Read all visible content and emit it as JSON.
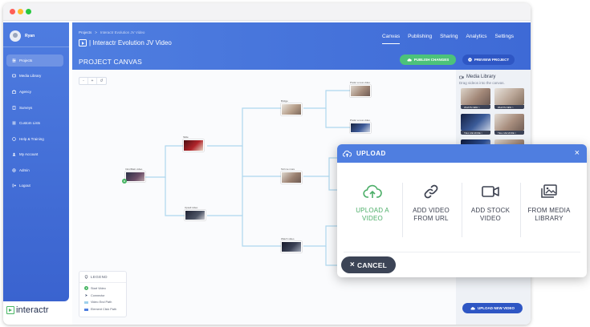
{
  "window": {
    "controls": {
      "close_color": "#ff5f57",
      "minimize_color": "#febc2e",
      "maximize_color": "#28c840"
    }
  },
  "sidebar": {
    "user_name": "Ryan",
    "items": [
      {
        "label": "Projects",
        "icon": "sliders-icon",
        "active": true
      },
      {
        "label": "Media Library",
        "icon": "media-icon",
        "active": false
      },
      {
        "label": "Agency",
        "icon": "agency-icon",
        "active": false
      },
      {
        "label": "Surveys",
        "icon": "survey-icon",
        "active": false
      },
      {
        "label": "Custom Lists",
        "icon": "list-icon",
        "active": false
      },
      {
        "label": "Help & Training",
        "icon": "help-icon",
        "active": false
      },
      {
        "label": "My Account",
        "icon": "account-icon",
        "active": false
      },
      {
        "label": "Admin",
        "icon": "admin-icon",
        "active": false
      },
      {
        "label": "Logout",
        "icon": "logout-icon",
        "active": false
      }
    ],
    "logo_text": "interactr"
  },
  "header": {
    "breadcrumb": {
      "root": "Projects",
      "separator": ">",
      "current": "Interactr Evolution JV Video"
    },
    "video_title": "| Interactr Evolution JV Video",
    "tabs": [
      {
        "label": "Canvas",
        "active": true
      },
      {
        "label": "Publishing",
        "active": false
      },
      {
        "label": "Sharing",
        "active": false
      },
      {
        "label": "Analytics",
        "active": false
      },
      {
        "label": "Settings",
        "active": false
      }
    ],
    "section_title": "PROJECT CANVAS",
    "publish_label": "PUBLISH CHANGES",
    "preview_label": "PREVIEW PROJECT"
  },
  "canvas": {
    "zoom_controls": [
      "-",
      "+",
      "↺"
    ],
    "nodes": [
      {
        "label": "Intro/Main video"
      },
      {
        "label": "Slide"
      },
      {
        "label": "Upsell video"
      },
      {
        "label": "Bridge"
      },
      {
        "label": "Prefer a new video"
      },
      {
        "label": "Prefer a new video"
      },
      {
        "label": "Tell me more"
      },
      {
        "label": "Watch video"
      }
    ],
    "legend": {
      "title": "LEGEND",
      "items": [
        {
          "label": "Start Video",
          "color": "#48b564"
        },
        {
          "label": "Connector",
          "color": "#3a4a6b"
        },
        {
          "label": "Video End Path",
          "color": "#9fd1ec"
        },
        {
          "label": "Element Click Path",
          "color": "#4f7ee0"
        }
      ]
    }
  },
  "media_library": {
    "title": "Media Library",
    "subtitle": "Drag videos into the canvas.",
    "items": [
      {
        "caption": "WHATS NEW >"
      },
      {
        "caption": "WHATS NEW >"
      },
      {
        "caption": "TELL ME MORE >"
      },
      {
        "caption": "TELL ME MORE >"
      }
    ],
    "upload_new_label": "UPLOAD NEW VIDEO"
  },
  "upload_modal": {
    "title": "UPLOAD",
    "close_glyph": "×",
    "options": [
      {
        "label_1": "UPLOAD A",
        "label_2": "VIDEO",
        "icon": "cloud-upload-icon",
        "highlighted": true
      },
      {
        "label_1": "ADD VIDEO",
        "label_2": "FROM URL",
        "icon": "link-icon",
        "highlighted": false
      },
      {
        "label_1": "ADD STOCK",
        "label_2": "VIDEO",
        "icon": "video-camera-icon",
        "highlighted": false
      },
      {
        "label_1": "FROM MEDIA",
        "label_2": "LIBRARY",
        "icon": "image-gallery-icon",
        "highlighted": false
      }
    ],
    "cancel_label": "CANCEL"
  }
}
